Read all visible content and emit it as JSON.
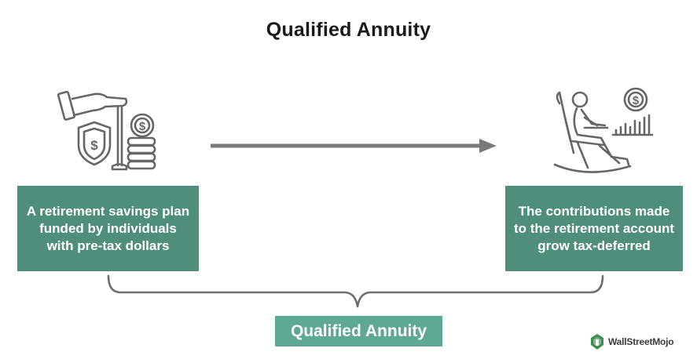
{
  "title": "Qualified Annuity",
  "left_box": {
    "text": "A retirement savings plan funded by individuals with  pre-tax dollars"
  },
  "right_box": {
    "text": "The contributions made to the retirement account grow tax-deferred"
  },
  "bottom_label": "Qualified Annuity",
  "icons": {
    "left": "hand-coins-shield-icon",
    "right": "retiree-rocking-chair-growth-icon"
  },
  "brand": {
    "name": "WallStreetMojo"
  },
  "colors": {
    "box": "#4f8d7c",
    "label": "#5fa896",
    "arrow": "#7a7a7a",
    "icon_stroke": "#666666",
    "brace": "#6e6e6e"
  }
}
